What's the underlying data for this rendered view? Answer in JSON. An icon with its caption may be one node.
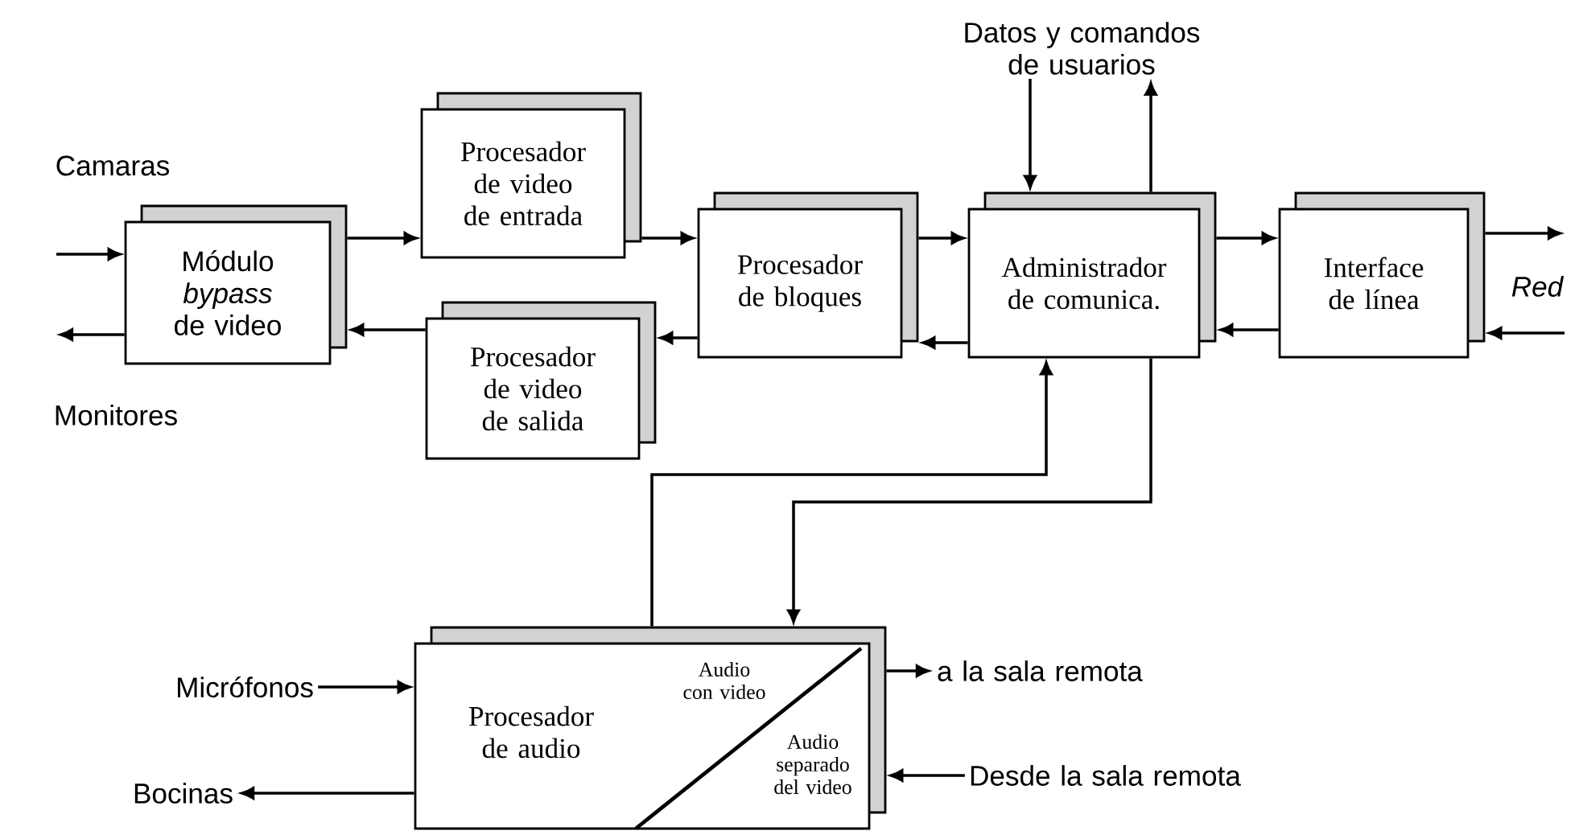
{
  "diagram": {
    "nodes": [
      {
        "text": [
          "Módulo *bypass* de video"
        ]
      },
      {
        "text": [
          "Procesador de video de entrada"
        ]
      },
      {
        "text": [
          "Procesador de video de salida"
        ]
      },
      {
        "text": [
          "Procesador de bloques"
        ]
      },
      {
        "text": [
          "Administrador de comunica."
        ]
      },
      {
        "text": [
          "Interface de línea"
        ]
      },
      {
        "text": [
          "Datos y comandos de usuarios"
        ]
      },
      {
        "text": [
          "Procesador de audio",
          "Audio con video",
          "Audio separado del video"
        ]
      },
      {
        "text": [
          "Micrófonos"
        ]
      },
      {
        "text": [
          "Bocinas"
        ]
      },
      {
        "text": [
          "a la sala remota"
        ]
      },
      {
        "text": [
          "Desde la sala remota"
        ]
      }
    ],
    "edges": [
      {
        "from": null,
        "to": 0,
        "arrow": "to"
      },
      {
        "from": 0,
        "to": null,
        "arrow": "to"
      },
      {
        "from": 0,
        "to": 1,
        "arrow": "to"
      },
      {
        "from": 1,
        "to": 3,
        "arrow": "to"
      },
      {
        "from": 3,
        "to": 2,
        "arrow": "to"
      },
      {
        "from": 2,
        "to": 0,
        "arrow": "to"
      },
      {
        "from": 3,
        "to": 4,
        "arrow": "to"
      },
      {
        "from": 4,
        "to": 3,
        "arrow": "to"
      },
      {
        "from": 4,
        "to": 5,
        "arrow": "to"
      },
      {
        "from": 5,
        "to": 4,
        "arrow": "to"
      },
      {
        "from": 5,
        "to": null,
        "arrow": "to"
      },
      {
        "from": null,
        "to": 5,
        "arrow": "to"
      },
      {
        "from": 6,
        "to": 4,
        "arrow": "to"
      },
      {
        "from": 4,
        "to": 6,
        "arrow": "to"
      },
      {
        "from": 7,
        "to": 4,
        "arrow": "to"
      },
      {
        "from": 4,
        "to": 7,
        "arrow": "to"
      },
      {
        "from": 8,
        "to": 7,
        "arrow": "to"
      },
      {
        "from": 7,
        "to": 9,
        "arrow": "to"
      },
      {
        "from": 7,
        "to": 10,
        "arrow": "to"
      },
      {
        "from": 11,
        "to": 7,
        "arrow": "to"
      }
    ],
    "labels": [
      "Camaras",
      "Monitores",
      "Red"
    ]
  }
}
